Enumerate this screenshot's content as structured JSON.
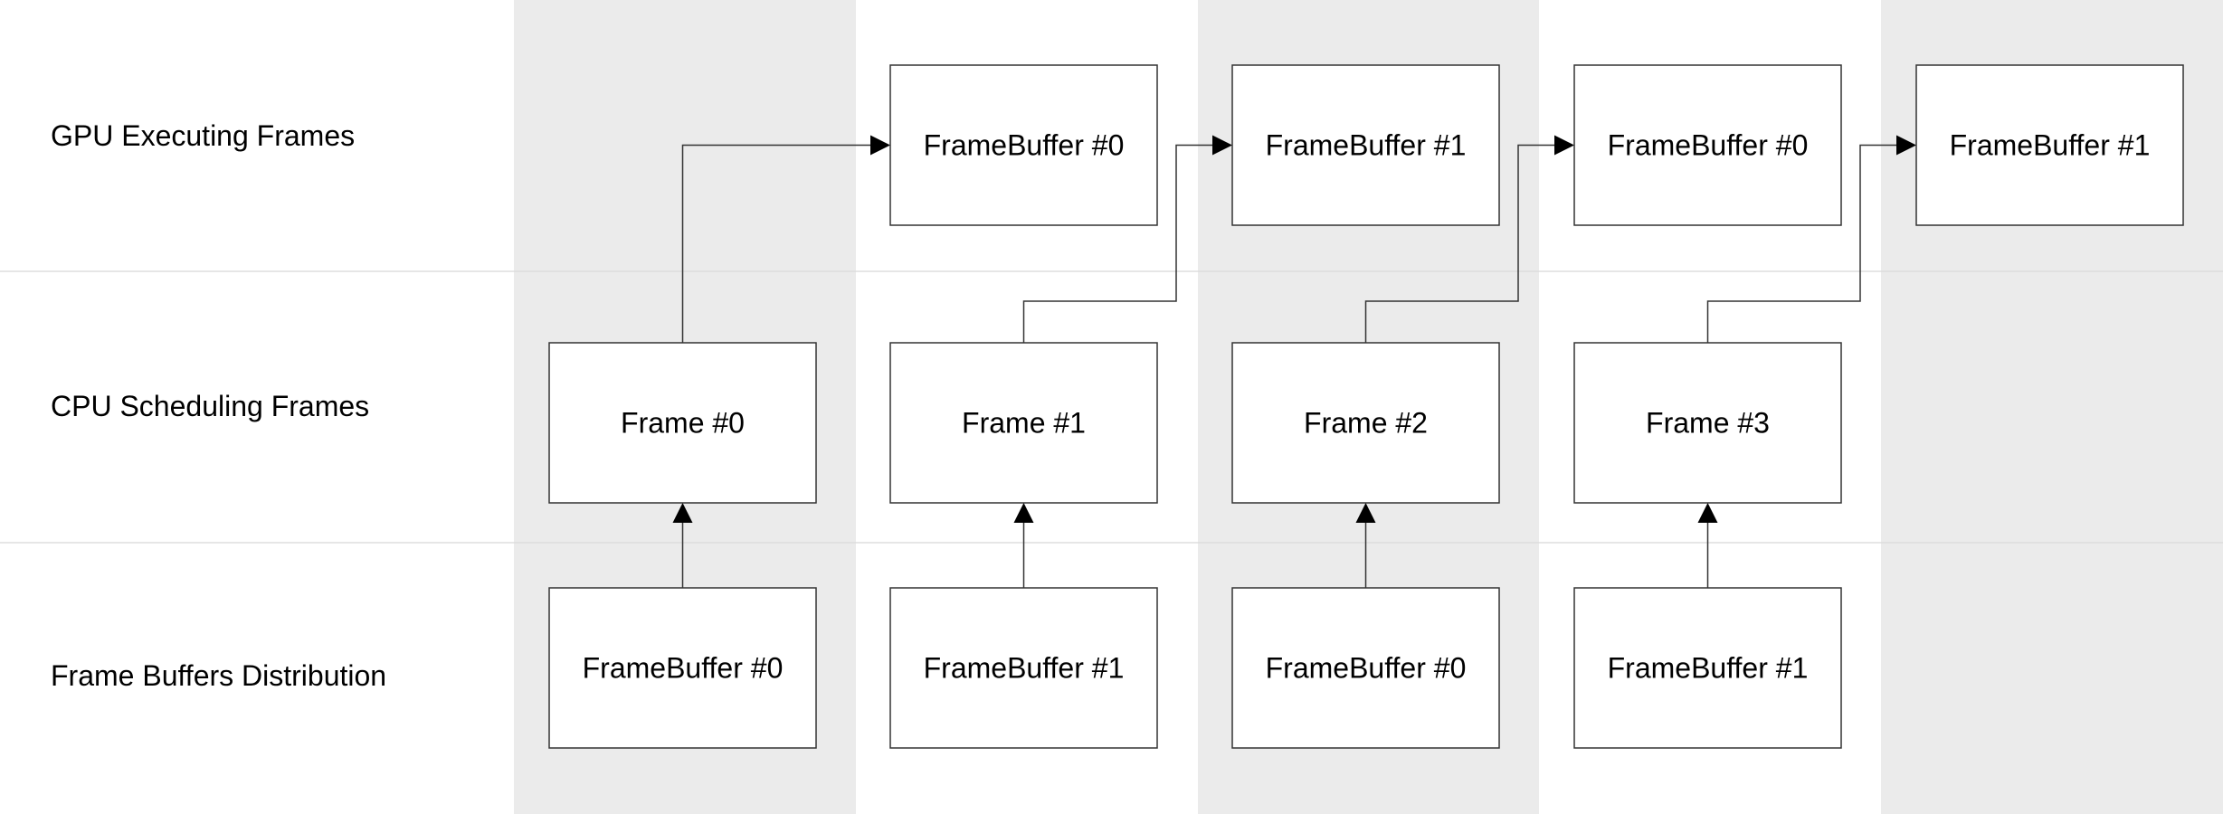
{
  "colors": {
    "background": "#ffffff",
    "column_shade": "#ebebeb",
    "lane_separator": "#dddddd",
    "box_border": "#333333",
    "text": "#000000"
  },
  "columns_shaded": [
    true,
    false,
    true,
    false,
    true
  ],
  "lanes": [
    {
      "id": "gpu",
      "label": "GPU Executing Frames"
    },
    {
      "id": "cpu",
      "label": "CPU Scheduling Frames"
    },
    {
      "id": "fb",
      "label": "Frame Buffers Distribution"
    }
  ],
  "gpu_row": [
    {
      "label": "FrameBuffer #0"
    },
    {
      "label": "FrameBuffer #1"
    },
    {
      "label": "FrameBuffer #0"
    },
    {
      "label": "FrameBuffer #1"
    }
  ],
  "cpu_row": [
    {
      "label": "Frame #0"
    },
    {
      "label": "Frame #1"
    },
    {
      "label": "Frame #2"
    },
    {
      "label": "Frame #3"
    }
  ],
  "fb_row": [
    {
      "label": "FrameBuffer #0"
    },
    {
      "label": "FrameBuffer #1"
    },
    {
      "label": "FrameBuffer #0"
    },
    {
      "label": "FrameBuffer #1"
    }
  ],
  "edges": [
    {
      "from": "fb_row.0",
      "to": "cpu_row.0"
    },
    {
      "from": "fb_row.1",
      "to": "cpu_row.1"
    },
    {
      "from": "fb_row.2",
      "to": "cpu_row.2"
    },
    {
      "from": "fb_row.3",
      "to": "cpu_row.3"
    },
    {
      "from": "cpu_row.0",
      "to": "gpu_row.0"
    },
    {
      "from": "cpu_row.1",
      "to": "gpu_row.1"
    },
    {
      "from": "cpu_row.2",
      "to": "gpu_row.2"
    },
    {
      "from": "cpu_row.3",
      "to": "gpu_row.3"
    }
  ]
}
